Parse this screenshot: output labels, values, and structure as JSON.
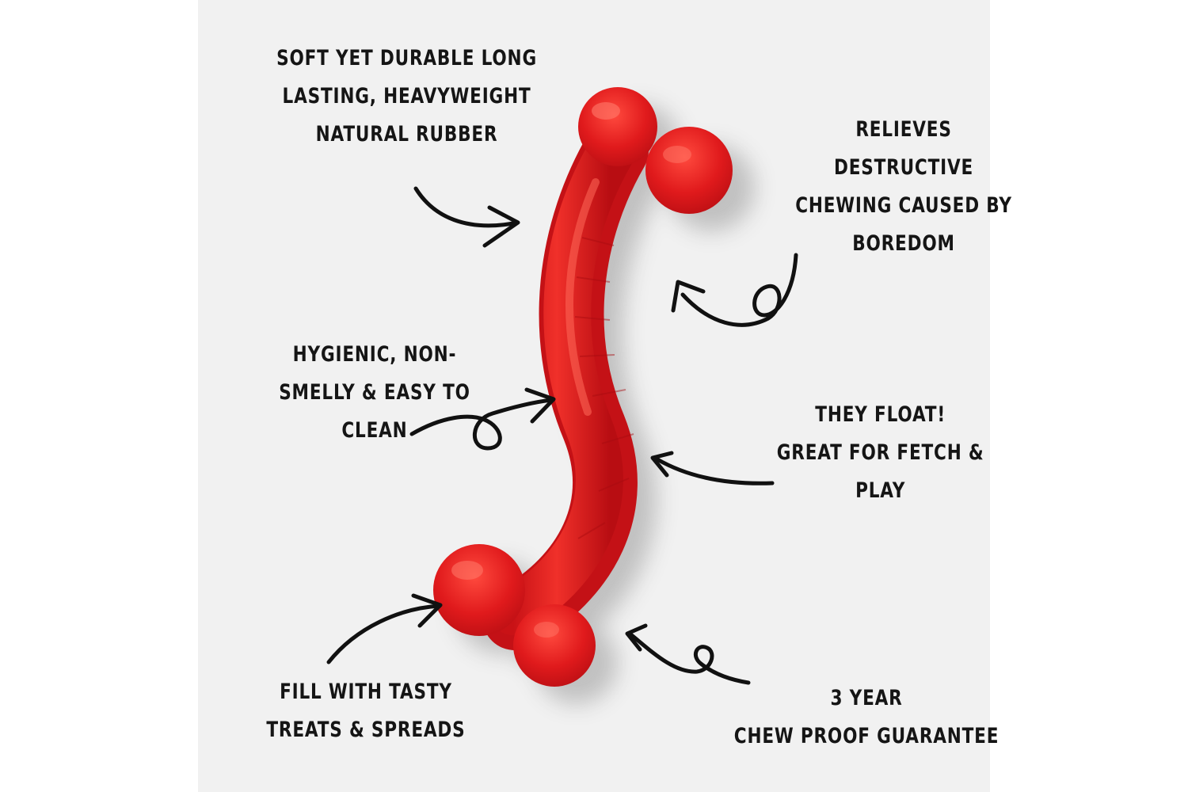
{
  "colors": {
    "page": "#ffffff",
    "panel": "#f1f1f1",
    "toy": "#e01a1c",
    "ink": "#151515"
  },
  "callouts": {
    "material": {
      "lines": [
        "SOFT YET DURABLE LONG",
        "LASTING, HEAVYWEIGHT",
        "NATURAL RUBBER"
      ]
    },
    "boredom": {
      "lines": [
        "RELIEVES",
        "DESTRUCTIVE",
        "CHEWING CAUSED BY",
        "BOREDOM"
      ]
    },
    "hygiene": {
      "lines": [
        "HYGIENIC, NON-",
        "SMELLY & EASY TO",
        "CLEAN"
      ]
    },
    "float": {
      "lines": [
        "THEY FLOAT!",
        "GREAT FOR FETCH &",
        "PLAY"
      ]
    },
    "treats": {
      "lines": [
        "FILL WITH TASTY",
        "TREATS & SPREADS"
      ]
    },
    "guarantee": {
      "lines": [
        "3 YEAR",
        "CHEW PROOF GUARANTEE"
      ]
    }
  },
  "icons": {
    "toy": "red-rubber-bone-toy-icon",
    "arrow": "hand-drawn-arrow-icon"
  }
}
